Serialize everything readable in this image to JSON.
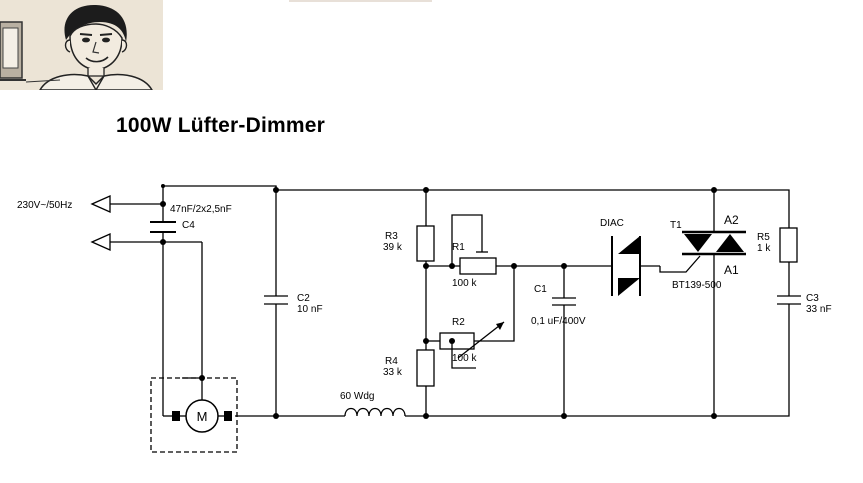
{
  "title": "100W Lüfter-Dimmer",
  "mains": "230V~/50Hz",
  "c4": {
    "value": "47nF/2x2,5nF",
    "name": "C4"
  },
  "c2": {
    "name": "C2",
    "value": "10 nF"
  },
  "r3": {
    "name": "R3",
    "value": "39 k"
  },
  "r4": {
    "name": "R4",
    "value": "33 k"
  },
  "r1": {
    "name": "R1",
    "value": "100 k"
  },
  "r2": {
    "name": "R2",
    "value": "100 k"
  },
  "c1": {
    "name": "C1",
    "value": "0,1 uF/400V"
  },
  "diac": "DIAC",
  "t1": {
    "name": "T1",
    "part": "BT139-500",
    "a2": "A2",
    "a1": "A1"
  },
  "r5": {
    "name": "R5",
    "value": "1 k"
  },
  "c3": {
    "name": "C3",
    "value": "33 nF"
  },
  "inductor": "60 Wdg",
  "motor": "M"
}
